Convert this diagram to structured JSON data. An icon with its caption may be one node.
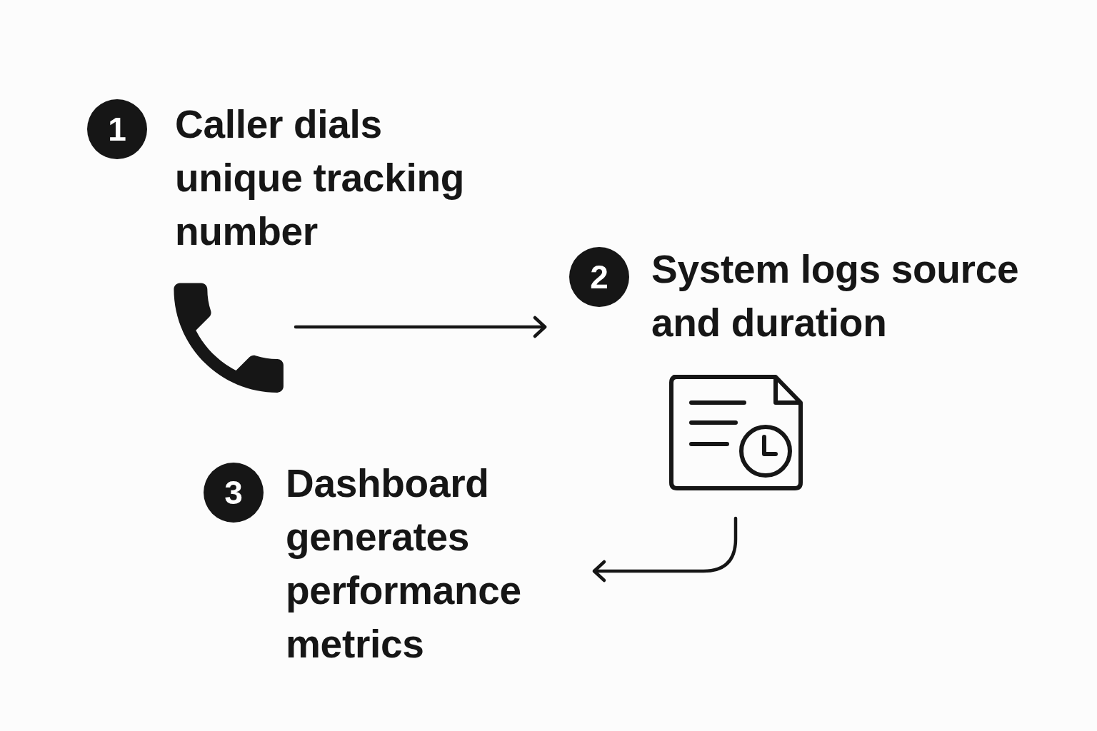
{
  "diagram": {
    "nodes": [
      {
        "text": [
          "1",
          "Caller dials unique tracking number"
        ]
      },
      {
        "text": [],
        "shape": "phone"
      },
      {
        "text": [
          "2",
          "System logs source and duration"
        ]
      },
      {
        "text": [],
        "shape": "document"
      },
      {
        "text": [
          "3",
          "Dashboard generates performance metrics"
        ]
      }
    ],
    "edges": [
      {
        "from": 1,
        "to": 2,
        "arrow": "to"
      },
      {
        "from": 3,
        "to": 4,
        "arrow": "to"
      }
    ]
  }
}
